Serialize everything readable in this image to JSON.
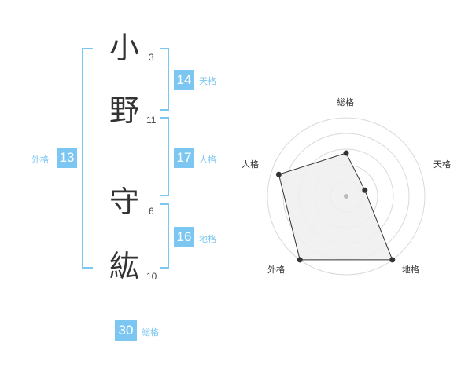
{
  "name": {
    "chars": [
      {
        "char": "小",
        "strokes": "3"
      },
      {
        "char": "野",
        "strokes": "11"
      },
      {
        "char": "守",
        "strokes": "6"
      },
      {
        "char": "紘",
        "strokes": "10"
      }
    ]
  },
  "kaku": {
    "tenkaku": {
      "value": "14",
      "label": "天格"
    },
    "jinkaku": {
      "value": "17",
      "label": "人格"
    },
    "chikaku": {
      "value": "16",
      "label": "地格"
    },
    "gaikaku": {
      "value": "13",
      "label": "外格"
    },
    "soukaku": {
      "value": "30",
      "label": "総格"
    }
  },
  "radar": {
    "axes": [
      "総格",
      "天格",
      "地格",
      "外格",
      "人格"
    ],
    "values": [
      0.55,
      0.25,
      1.0,
      1.0,
      0.9
    ],
    "max": 1.0,
    "rings": 5,
    "colors": {
      "ring": "#d9d9d9",
      "fill": "#eeeeee",
      "line": "#333333",
      "point": "#333333",
      "center": "#bbbbbb"
    }
  },
  "colors": {
    "accent": "#7cc6f2",
    "text": "#333333"
  }
}
